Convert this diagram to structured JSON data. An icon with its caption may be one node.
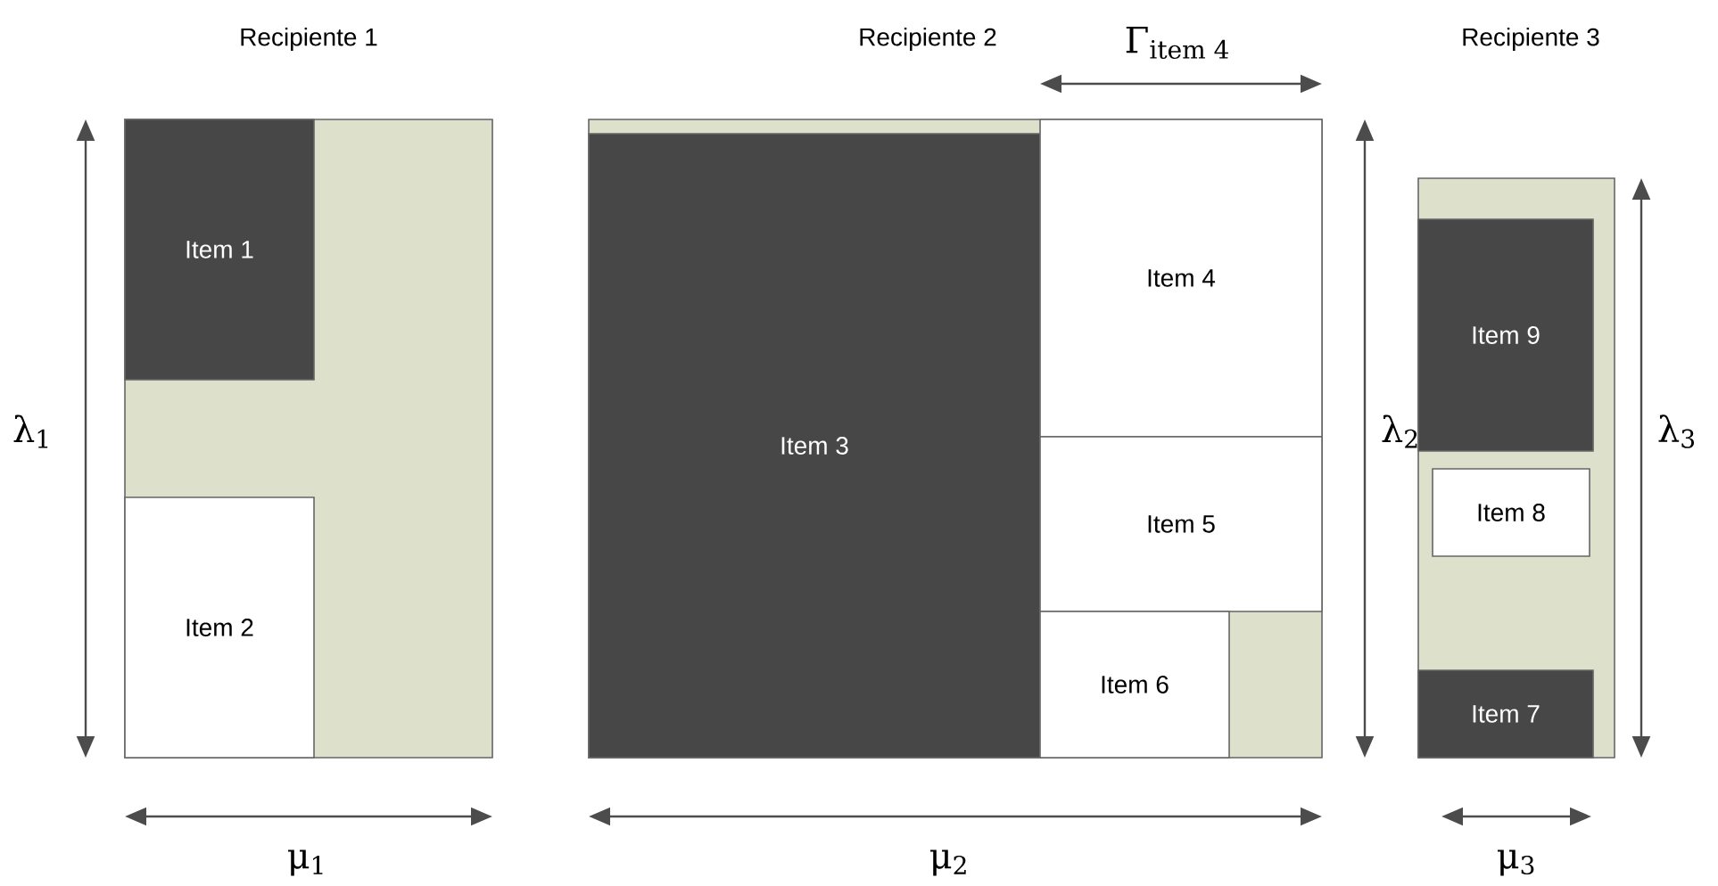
{
  "diagram": {
    "nodes": [
      {
        "text": [],
        "shape": "box"
      },
      {
        "text": [
          "Item 1"
        ],
        "in": 0
      },
      {
        "text": [
          "Item 2"
        ],
        "in": 0
      },
      {
        "text": [],
        "shape": "box"
      },
      {
        "text": [
          "Item 3"
        ],
        "in": 3
      },
      {
        "text": [
          "Item 4"
        ],
        "in": 3
      },
      {
        "text": [
          "Item 5"
        ],
        "in": 3
      },
      {
        "text": [
          "Item 6"
        ],
        "in": 3
      },
      {
        "text": [],
        "shape": "box"
      },
      {
        "text": [
          "Item 9"
        ],
        "in": 8
      },
      {
        "text": [
          "Item 8"
        ],
        "in": 8
      },
      {
        "text": [
          "Item 7"
        ],
        "in": 8
      }
    ],
    "edges": [],
    "labels": [
      "Recipiente 1",
      "Recipiente 2",
      "Γ$_{item 4}$",
      "Recipiente 3",
      "λ$_{1}$",
      "λ$_{2}$",
      "λ$_{3}$",
      "μ$_{1}$",
      "μ$_{2}$",
      "μ$_{3}$"
    ]
  }
}
